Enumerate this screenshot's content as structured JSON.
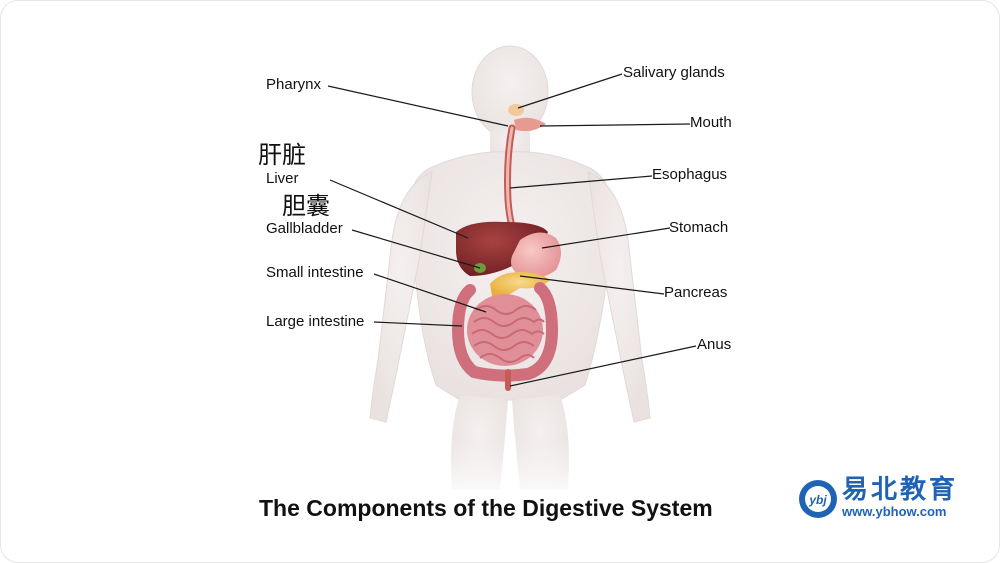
{
  "labels": {
    "pharynx": "Pharynx",
    "liver_cn": "肝脏",
    "liver": "Liver",
    "gallbladder_cn": "胆囊",
    "gallbladder": "Gallbladder",
    "small_intestine": "Small intestine",
    "large_intestine": "Large intestine",
    "salivary_glands": "Salivary glands",
    "mouth": "Mouth",
    "esophagus": "Esophagus",
    "stomach": "Stomach",
    "pancreas": "Pancreas",
    "anus": "Anus"
  },
  "title": "The Components of the Digestive System",
  "brand": {
    "name": "易北教育",
    "url": "www.ybhow.com",
    "logo_letters": "ybj",
    "color": "#1e63b4"
  },
  "colors": {
    "body_translucent": "#e9e3e1",
    "liver": "#8c2a2a",
    "stomach": "#f0a9a9",
    "intestine": "#d97f88",
    "pancreas": "#f3c45c",
    "esophagus": "#c65b57",
    "salivary_gland": "#f2c89a",
    "leader_line": "#1a1a1a"
  }
}
